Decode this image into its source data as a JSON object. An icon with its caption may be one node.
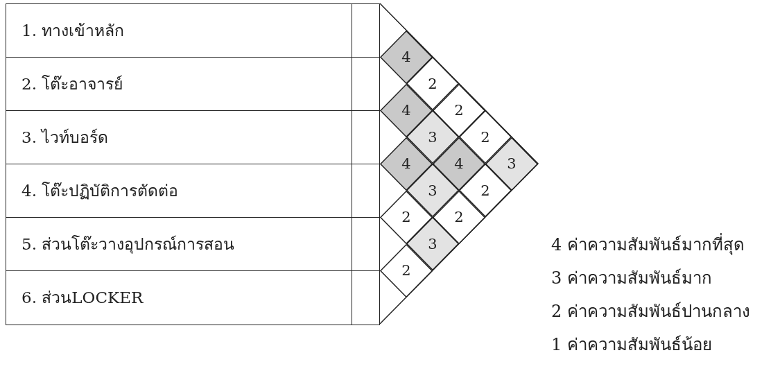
{
  "diagram": {
    "nodes": [
      {
        "text": [
          "1. ทางเข้าหลัก"
        ]
      },
      {
        "text": [
          "2. โต๊ะอาจารย์"
        ]
      },
      {
        "text": [
          "3. ไวท์บอร์ด"
        ]
      },
      {
        "text": [
          "4. โต๊ะปฏิบัติการตัดต่อ"
        ]
      },
      {
        "text": [
          "5. ส่วนโต๊ะวางอุปกรณ์การสอน"
        ]
      },
      {
        "text": [
          "6. ส่วนLOCKER"
        ]
      },
      {
        "text": [
          "4"
        ]
      },
      {
        "text": [
          "2"
        ]
      },
      {
        "text": [
          "4"
        ]
      },
      {
        "text": [
          "2"
        ]
      },
      {
        "text": [
          "3"
        ]
      },
      {
        "text": [
          "2"
        ]
      },
      {
        "text": [
          "4"
        ]
      },
      {
        "text": [
          "4"
        ]
      },
      {
        "text": [
          "3"
        ]
      },
      {
        "text": [
          "3"
        ]
      },
      {
        "text": [
          "2"
        ]
      },
      {
        "text": [
          "2"
        ]
      },
      {
        "text": [
          "2"
        ]
      },
      {
        "text": [
          "3"
        ]
      },
      {
        "text": [
          "2"
        ]
      }
    ],
    "labels": [
      "4 ค่าความสัมพันธ์มากที่สุด",
      "3 ค่าความสัมพันธ์มาก",
      "2 ค่าความสัมพันธ์ปานกลาง",
      "1 ค่าความสัมพันธ์น้อย"
    ]
  }
}
